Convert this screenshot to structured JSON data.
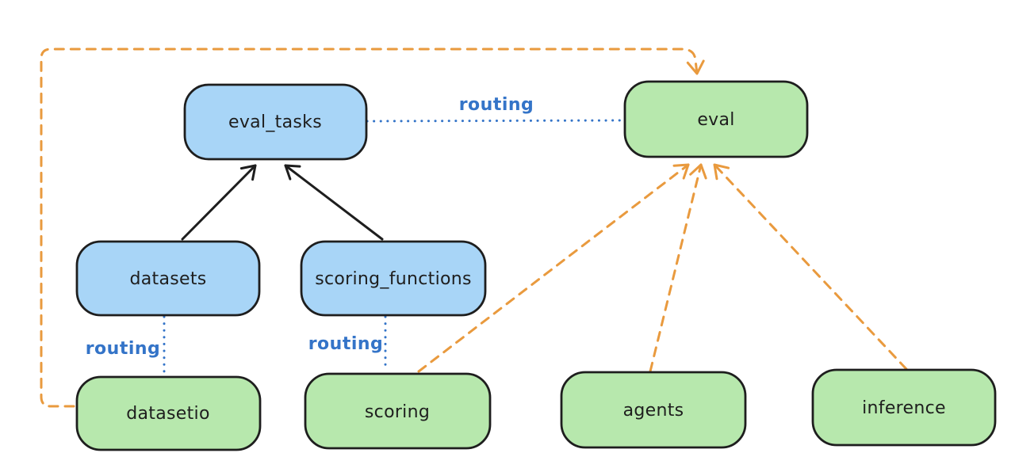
{
  "diagram": {
    "type": "architecture-flow-diagram",
    "style": "hand-drawn",
    "nodes": {
      "eval_tasks": {
        "label": "eval_tasks",
        "kind": "resource",
        "fill": "blue"
      },
      "eval": {
        "label": "eval",
        "kind": "api",
        "fill": "green"
      },
      "datasets": {
        "label": "datasets",
        "kind": "resource",
        "fill": "blue"
      },
      "scoring_functions": {
        "label": "scoring_functions",
        "kind": "resource",
        "fill": "blue"
      },
      "datasetio": {
        "label": "datasetio",
        "kind": "api",
        "fill": "green"
      },
      "scoring": {
        "label": "scoring",
        "kind": "api",
        "fill": "green"
      },
      "agents": {
        "label": "agents",
        "kind": "api",
        "fill": "green"
      },
      "inference": {
        "label": "inference",
        "kind": "api",
        "fill": "green"
      }
    },
    "edge_labels": {
      "routing_eval_tasks_eval": "routing",
      "routing_datasets_datasetio": "routing",
      "routing_scoring_functions_scoring": "routing"
    },
    "edges": [
      {
        "from": "datasets",
        "to": "eval_tasks",
        "style": "solid-black-arrow"
      },
      {
        "from": "scoring_functions",
        "to": "eval_tasks",
        "style": "solid-black-arrow"
      },
      {
        "from": "eval_tasks",
        "to": "eval",
        "style": "dotted-blue",
        "label": "routing"
      },
      {
        "from": "datasets",
        "to": "datasetio",
        "style": "dotted-blue",
        "label": "routing"
      },
      {
        "from": "scoring_functions",
        "to": "scoring",
        "style": "dotted-blue",
        "label": "routing"
      },
      {
        "from": "datasetio",
        "to": "eval",
        "style": "dashed-orange-arrow"
      },
      {
        "from": "scoring",
        "to": "eval",
        "style": "dashed-orange-arrow"
      },
      {
        "from": "agents",
        "to": "eval",
        "style": "dashed-orange-arrow"
      },
      {
        "from": "inference",
        "to": "eval",
        "style": "dashed-orange-arrow"
      }
    ],
    "colors": {
      "blue_fill": "#a8d5f7",
      "green_fill": "#b7e8ad",
      "stroke": "#1e1e1e",
      "orange": "#e99a3e",
      "blue": "#3474c8",
      "background": "#ffffff"
    }
  }
}
